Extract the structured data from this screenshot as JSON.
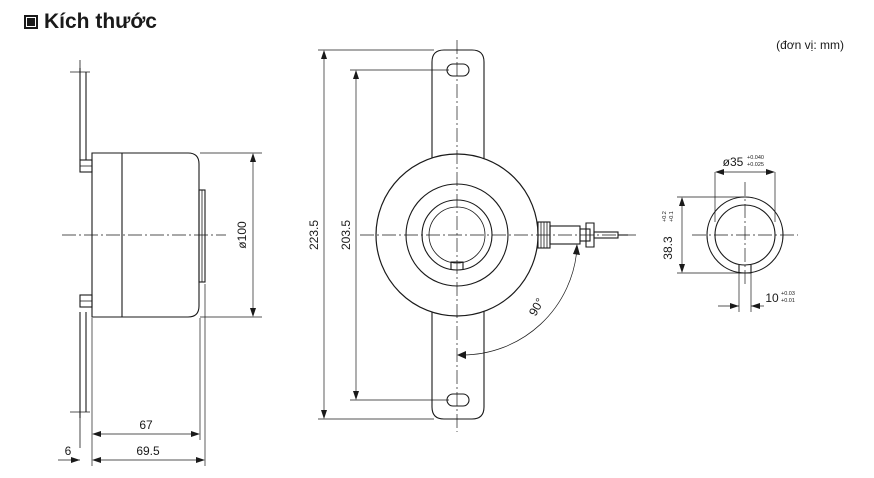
{
  "header": {
    "title": "Kích thước",
    "icon": "square-bullet-icon"
  },
  "unit_note": "(đơn vị: mm)",
  "dimensions": {
    "diameter_body": "ø100",
    "depth_body": "67",
    "depth_total": "69.5",
    "flange": "6",
    "overall_height": "223.5",
    "hole_pitch": "203.5",
    "angle": "90°",
    "shaft_diameter": "ø35",
    "shaft_diameter_tol_upper": "+0.040",
    "shaft_diameter_tol_lower": "+0.025",
    "keyway_depth": "38.3",
    "keyway_depth_tol_upper": "+0.2",
    "keyway_depth_tol_lower": "+0.1",
    "keyway_width": "10",
    "keyway_width_tol_upper": "+0.03",
    "keyway_width_tol_lower": "+0.01"
  }
}
